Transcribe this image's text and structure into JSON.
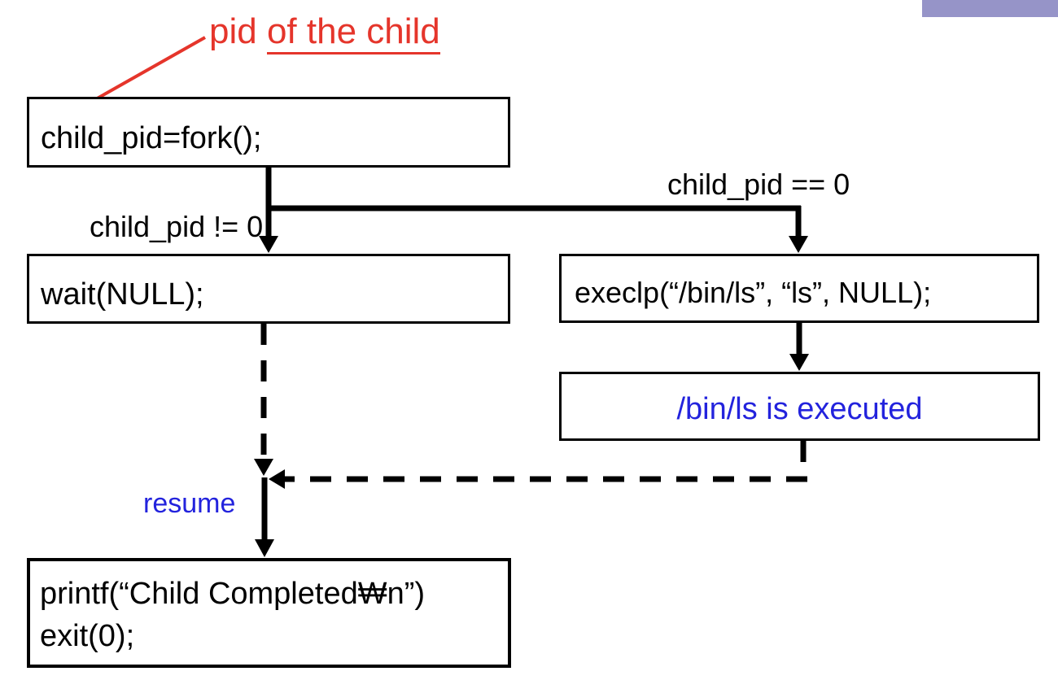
{
  "colors": {
    "red": "#e5352b",
    "blue": "#2323dd",
    "purple": "#9694c8",
    "ink": "#000000"
  },
  "annotation": {
    "prefix": "pid ",
    "underlined": "of the child"
  },
  "boxes": {
    "fork": {
      "text": "child_pid=fork();"
    },
    "wait": {
      "text": "wait(NULL);"
    },
    "execlp": {
      "text": "execlp(“/bin/ls”, “ls”, NULL);"
    },
    "binls": {
      "text": "/bin/ls is executed"
    },
    "printf": {
      "line1": "printf(“Child Completed₩n”)",
      "line2": "exit(0);"
    }
  },
  "labels": {
    "parent_branch": "child_pid != 0",
    "child_branch": "child_pid == 0",
    "resume": "resume"
  }
}
